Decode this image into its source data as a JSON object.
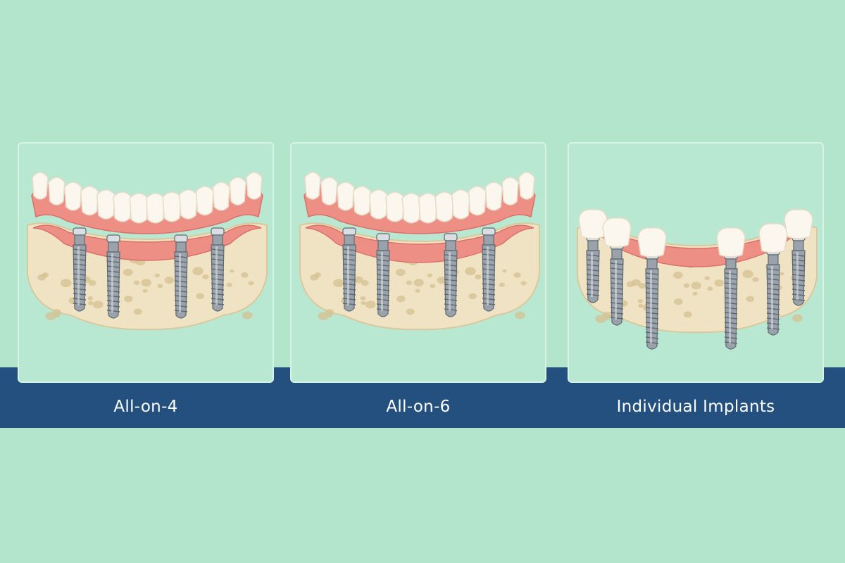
{
  "colors": {
    "background": "#b3e5cc",
    "band": "#24507f",
    "panel_fill": "#b9e8d2",
    "panel_border": "#d8f3e6",
    "bone": "#efe3c3",
    "bone_shadow": "#d9c89c",
    "bone_pore": "#d6c191",
    "gum": "#ee8f86",
    "gum_dark": "#d9716a",
    "tooth": "#fbf7ee",
    "tooth_shadow": "#e6dcc8",
    "metal": "#9aa3ab",
    "metal_dark": "#5f6870",
    "metal_light": "#d9dee2"
  },
  "panels": [
    {
      "id": "all-on-4",
      "label": "All-on-4",
      "implant_count": 4
    },
    {
      "id": "all-on-6",
      "label": "All-on-6",
      "implant_count": 4
    },
    {
      "id": "individual-implants",
      "label": "Individual Implants",
      "implant_count": 6
    }
  ]
}
